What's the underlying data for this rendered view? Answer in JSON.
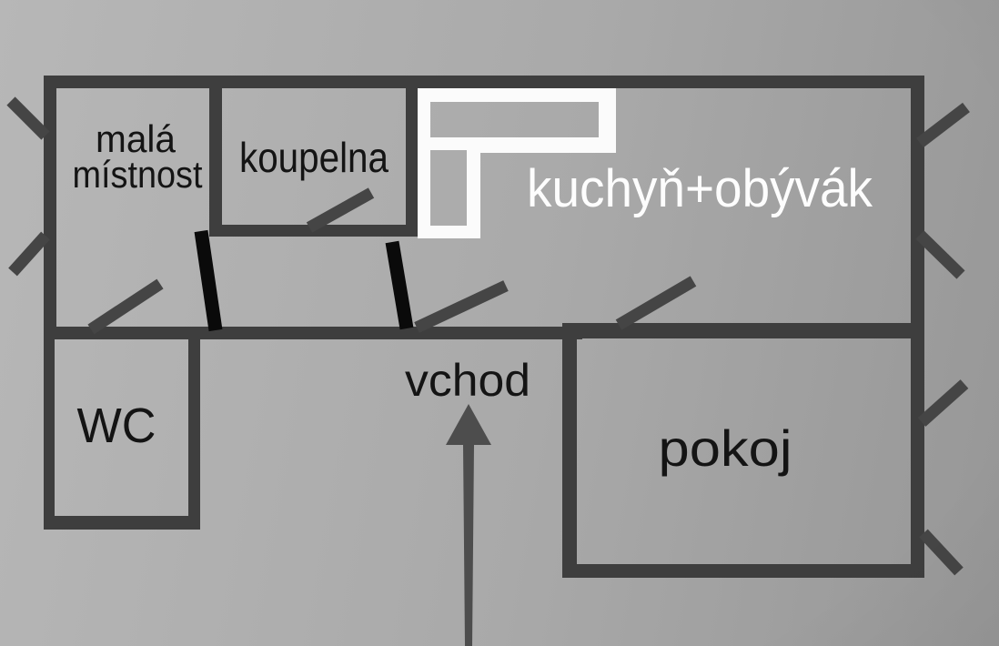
{
  "floor_plan": {
    "rooms": {
      "mala_mistnost": {
        "label_line1": "malá",
        "label_line2": "místnost"
      },
      "koupelna": {
        "label": "koupelna"
      },
      "kuchyn_obyvak": {
        "label": "kuchyň+obývák"
      },
      "wc": {
        "label": "WC"
      },
      "pokoj": {
        "label": "pokoj"
      }
    },
    "entrance": {
      "label": "vchod"
    }
  },
  "colors": {
    "bg-light": "#b7b7b7",
    "bg-mid": "#a9a9a9",
    "bg-dark": "#979797",
    "wall": "#3e3e3e",
    "tick": "#454545",
    "door": "#0a0a0a",
    "arrow": "#4d4d4d",
    "counter": "#fbfbfb",
    "label": "#141414",
    "label-light": "#fdfdfd"
  }
}
